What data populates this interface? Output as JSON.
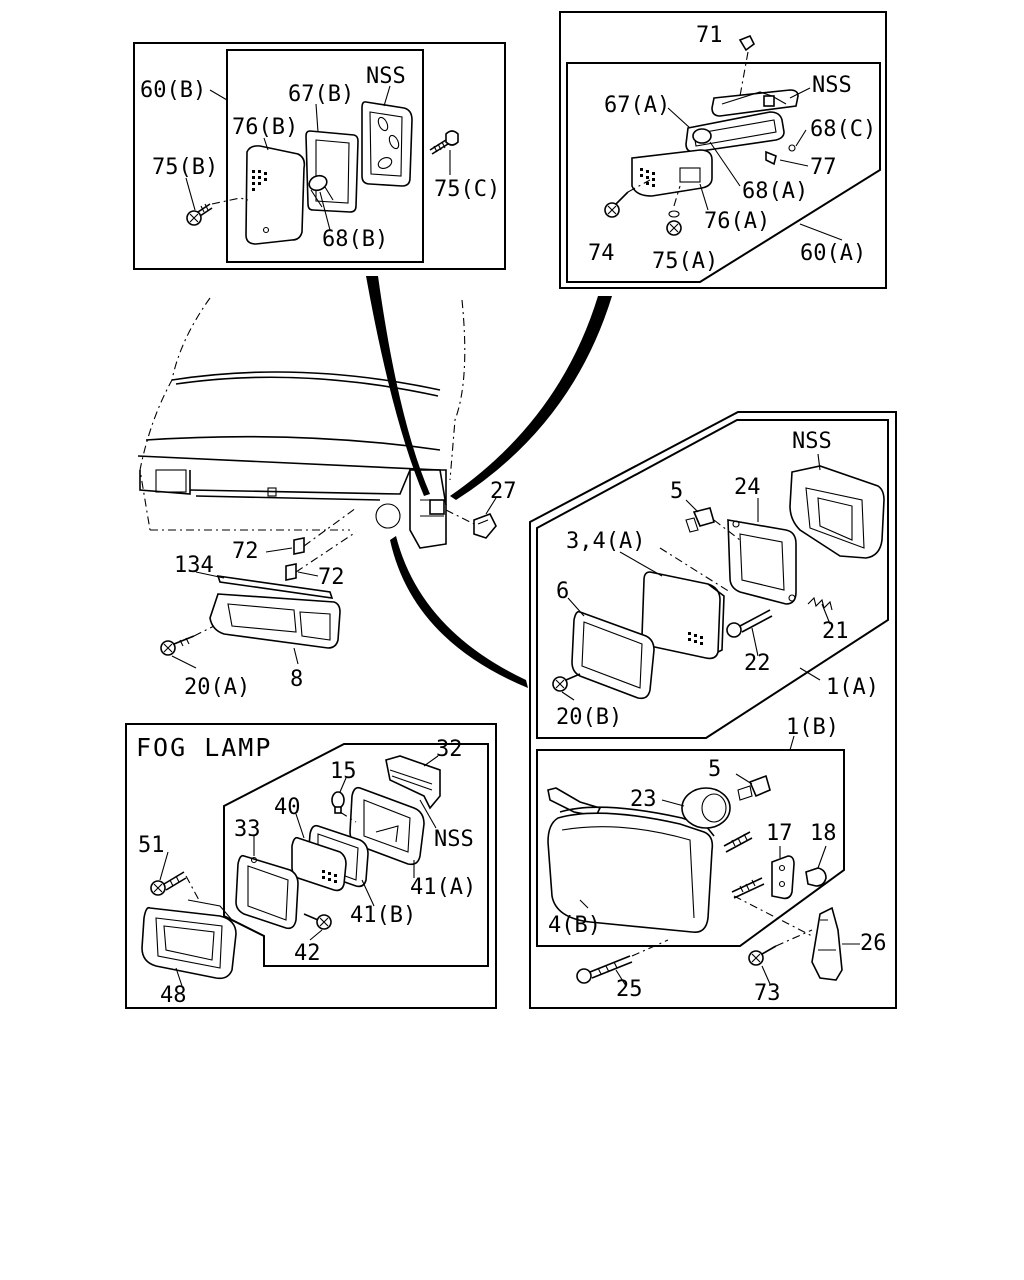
{
  "diagram": {
    "panels": {
      "side_marker_lamp_b": {
        "assembly": "60(B)",
        "parts": [
          "76(B)",
          "67(B)",
          "NSS",
          "75(B)",
          "75(C)",
          "68(B)"
        ]
      },
      "side_marker_lamp_a": {
        "assembly": "60(A)",
        "parts": [
          "71",
          "67(A)",
          "NSS",
          "68(C)",
          "77",
          "68(A)",
          "76(A)",
          "74",
          "75(A)"
        ]
      },
      "headlamp_a": {
        "assembly": "1(A)",
        "parts": [
          "NSS",
          "5",
          "24",
          "3,4(A)",
          "6",
          "21",
          "22",
          "20(B)"
        ]
      },
      "headlamp_b": {
        "assembly": "1(B)",
        "parts": [
          "5",
          "23",
          "17",
          "18",
          "4(B)",
          "25",
          "73",
          "26"
        ]
      },
      "fog_lamp": {
        "title": "FOG LAMP",
        "parts": [
          "32",
          "15",
          "40",
          "33",
          "NSS",
          "51",
          "41(A)",
          "41(B)",
          "42",
          "48"
        ]
      },
      "bezel": {
        "parts": [
          "27",
          "72",
          "72",
          "134",
          "20(A)",
          "8"
        ]
      }
    }
  }
}
